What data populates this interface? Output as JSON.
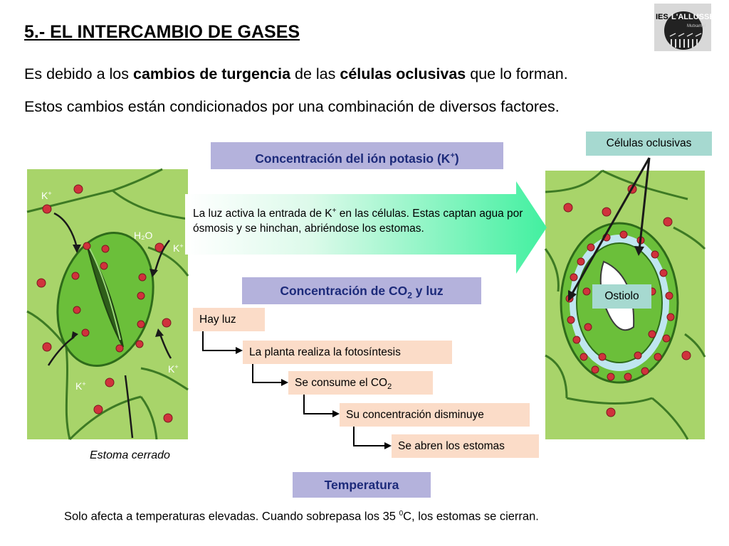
{
  "title": "5.- EL INTERCAMBIO DE GASES",
  "intro": {
    "line1": {
      "t1": "Es debido a los ",
      "b1": "cambios de turgencia",
      "t2": " de las ",
      "b2": "células oclusivas",
      "t3": " que lo forman."
    },
    "line2": "Estos cambios están condicionados por una combinación de diversos factores."
  },
  "logo": {
    "name_left": "IES",
    "name_right": "L'ALLUSSER",
    "city": "Mutxamel"
  },
  "potassium": {
    "header_pre": "Concentración del ión potasio (K",
    "header_sup": "+",
    "header_post": ")",
    "description_pre": "La luz activa la entrada de K",
    "description_sup": "+",
    "description_post": " en las células. Estas captan agua por ósmosis y se hinchan, abriéndose los estomas."
  },
  "co2": {
    "header_pre": "Concentración de CO",
    "header_sub": "2",
    "header_post": " y luz",
    "steps": {
      "s1": "Hay luz",
      "s2": "La planta realiza la fotosíntesis",
      "s3_pre": "Se consume el CO",
      "s3_sub": "2",
      "s4": "Su concentración disminuye",
      "s5": "Se abren los estomas"
    }
  },
  "temperature": {
    "header": "Temperatura",
    "text_pre": "Solo afecta a temperaturas elevadas. Cuando sobrepasa los 35 ",
    "text_sup": "0",
    "text_post": "C, los estomas se cierran."
  },
  "closed_stoma": {
    "caption": "Estoma cerrado",
    "labels": {
      "k": "K",
      "plus": "+",
      "water": "H₂O"
    }
  },
  "open_stoma": {
    "label_guard_cells": "Células oclusivas",
    "label_pore": "Ostiolo"
  },
  "colors": {
    "header_fill": "#b4b2dc",
    "header_text": "#1c2a7a",
    "label_fill": "#a6d9d0",
    "step_fill": "#fbdcc8",
    "arrow_fill": "#42f0a0",
    "cell_green": "#a8d46a",
    "guard_green": "#6bbf3a",
    "ion_red": "#d0323c"
  }
}
